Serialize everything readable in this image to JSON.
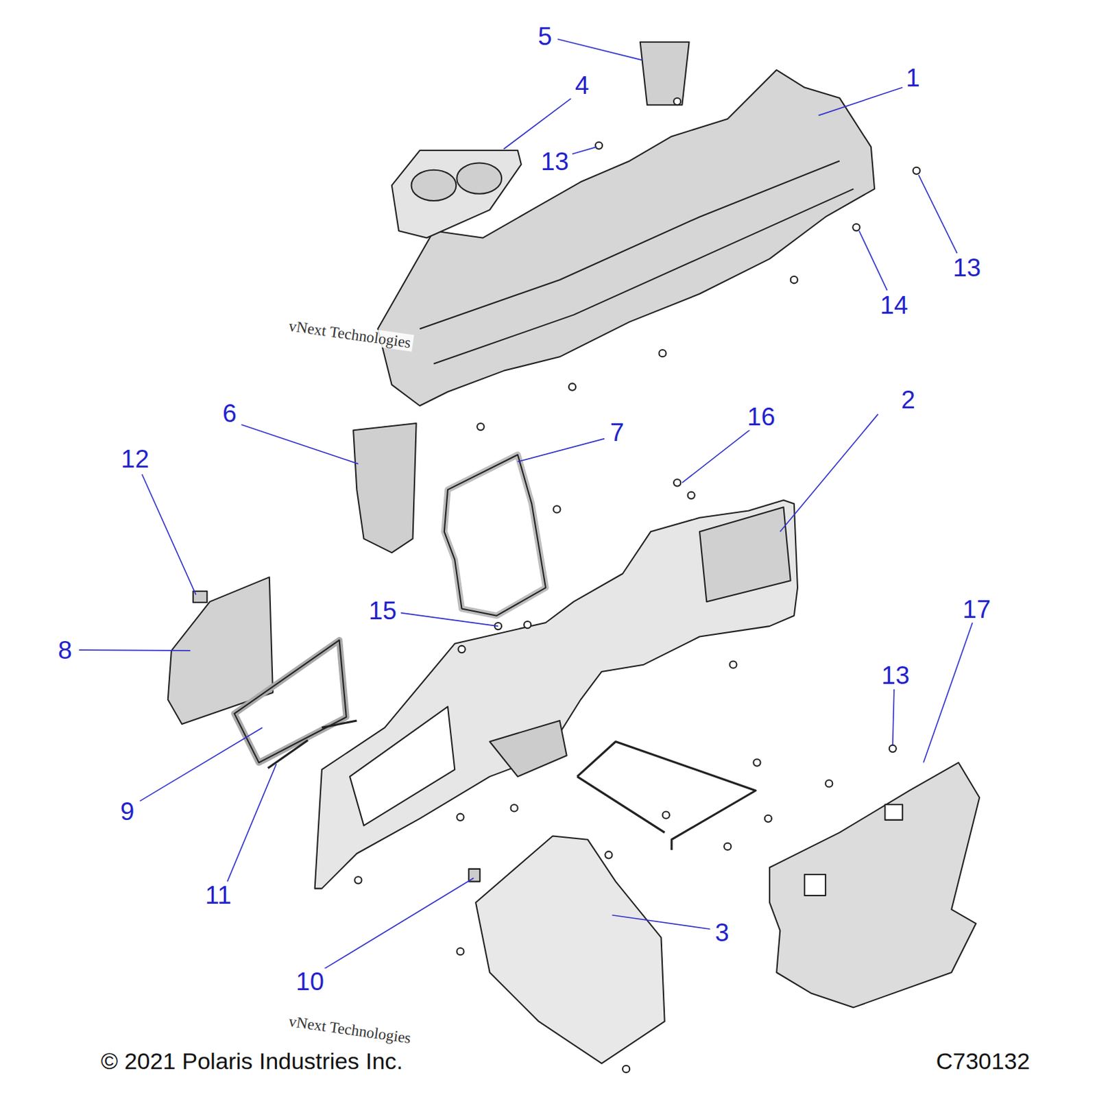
{
  "diagram": {
    "labels": [
      "1",
      "2",
      "3",
      "4",
      "5",
      "6",
      "7",
      "8",
      "9",
      "10",
      "11",
      "12",
      "13",
      "13",
      "13",
      "14",
      "15",
      "16",
      "17",
      "vNext Technologies",
      "vNext Technologies",
      "© 2021 Polaris Industries Inc.",
      "C730132"
    ]
  }
}
